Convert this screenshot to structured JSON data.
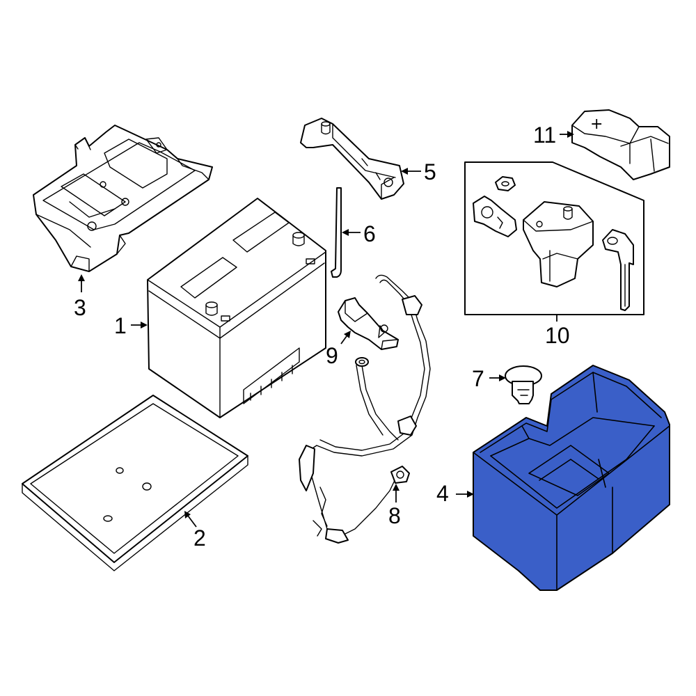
{
  "callouts": {
    "c1": "1",
    "c2": "2",
    "c3": "3",
    "c4": "4",
    "c5": "5",
    "c6": "6",
    "c7": "7",
    "c8": "8",
    "c9": "9",
    "c10": "10",
    "c11": "11"
  },
  "terminal_cover_symbol": "+",
  "colors": {
    "line": "#000000",
    "background": "#ffffff",
    "highlighted_part": "#3a5fc8"
  },
  "highlighted_part": "4"
}
